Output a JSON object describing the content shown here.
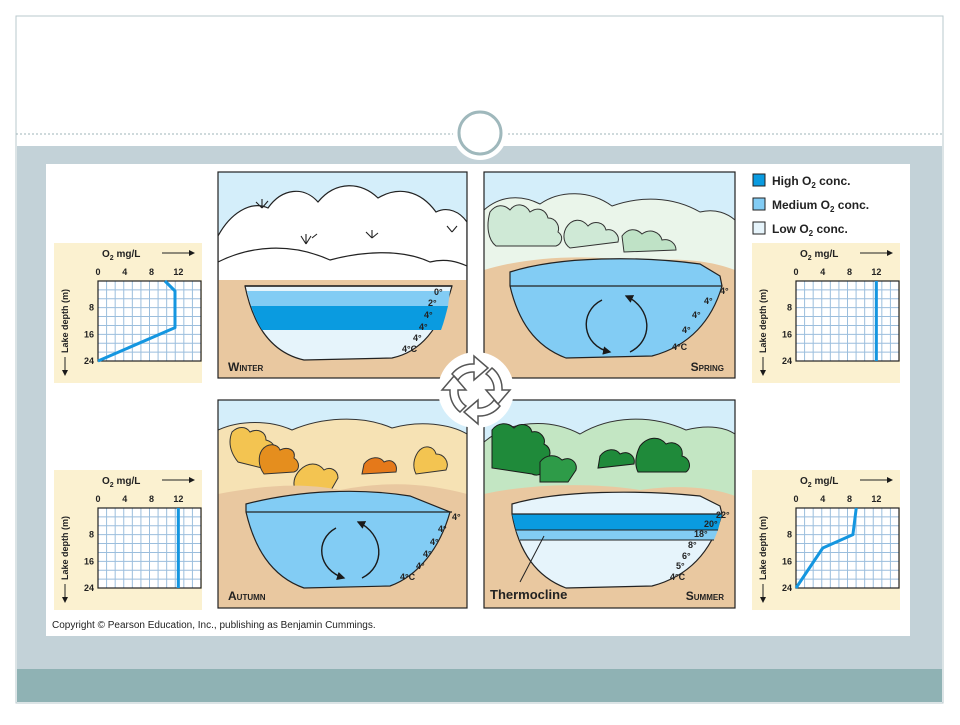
{
  "slide": {
    "copyright": "Copyright © Pearson Education, Inc., publishing as Benjamin Cummings."
  },
  "legend": {
    "high": {
      "label": "High O",
      "sub": "2",
      "suffix": " conc.",
      "color": "#0a9be0"
    },
    "medium": {
      "label": "Medium O",
      "sub": "2",
      "suffix": " conc.",
      "color": "#82ccf4"
    },
    "low": {
      "label": "Low O",
      "sub": "2",
      "suffix": " conc.",
      "color": "#e6f4fb"
    }
  },
  "colors": {
    "sky": "#d4eefa",
    "sand": "#e9c8a0",
    "slide_band": "#c3d2d8",
    "footer_band": "#8fb2b4",
    "graph_panel": "#fbf1d0",
    "graph_grid": "#9bbedd",
    "profile_line": "#1496e0"
  },
  "seasons": {
    "winter": {
      "label": "Winter",
      "temps": [
        "0°",
        "2°",
        "4°",
        "4°",
        "4°",
        "4°C"
      ]
    },
    "spring": {
      "label": "Spring",
      "temps": [
        "4°",
        "4°",
        "4°",
        "4°",
        "4°C"
      ]
    },
    "autumn": {
      "label": "Autumn",
      "temps": [
        "4°",
        "4°",
        "4°",
        "4°",
        "4°",
        "4°C"
      ]
    },
    "summer": {
      "label": "Summer",
      "temps": [
        "22°",
        "20°",
        "18°",
        "8°",
        "6°",
        "5°",
        "4°C"
      ],
      "thermocline_label": "Thermocline"
    }
  },
  "graphs": {
    "x_label": "O",
    "x_label_sub": "2",
    "x_label_suffix": " mg/L",
    "y_label": "Lake depth (m)",
    "x_ticks": [
      "0",
      "4",
      "8",
      "12"
    ],
    "y_ticks": [
      "8",
      "16",
      "24"
    ],
    "x_range": [
      0,
      12
    ],
    "y_range": [
      0,
      24
    ],
    "profiles": {
      "winter": [
        [
          10,
          0
        ],
        [
          11.5,
          3
        ],
        [
          11.5,
          14
        ],
        [
          0,
          24
        ]
      ],
      "spring": [
        [
          12,
          0
        ],
        [
          12,
          24
        ]
      ],
      "autumn": [
        [
          12,
          0
        ],
        [
          12,
          24
        ]
      ],
      "summer": [
        [
          9,
          0
        ],
        [
          8.5,
          8
        ],
        [
          4,
          12
        ],
        [
          0,
          24
        ]
      ]
    }
  }
}
